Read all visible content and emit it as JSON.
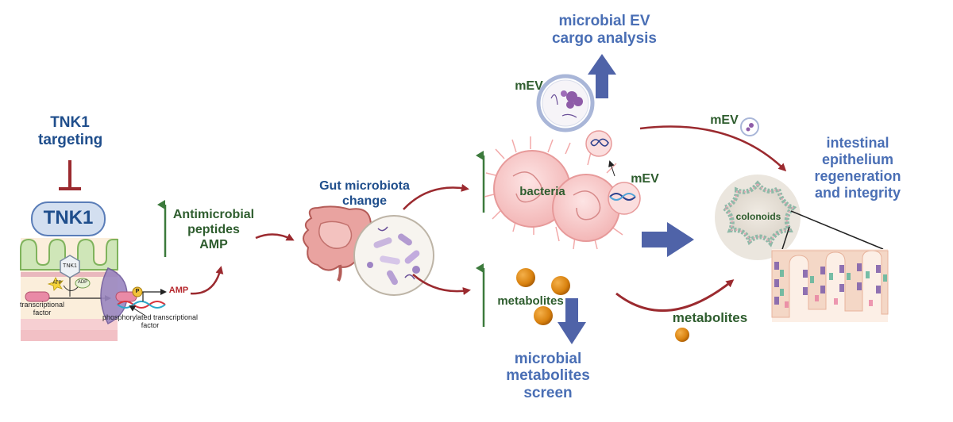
{
  "labels": {
    "tnk1_targeting": [
      "TNK1",
      "targeting"
    ],
    "tnk1_box": "TNK1",
    "antimicrobial": [
      "Antimicrobial",
      "peptides",
      "AMP"
    ],
    "gut_change": [
      "Gut microbiota",
      "change"
    ],
    "mev_top": "mEV",
    "ev_cargo": [
      "microbial EV",
      "cargo analysis"
    ],
    "mev_right": "mEV",
    "mev_bacteria": "mEV",
    "bacteria": "bacteria",
    "metabolites_center": "metabolites",
    "metabolites_right": "metabolites",
    "metabolites_screen": [
      "microbial",
      "metabolites",
      "screen"
    ],
    "intestinal": [
      "intestinal",
      "epithelium",
      "regeneration",
      "and integrity"
    ],
    "colonoids": "colonoids",
    "cell_tnk1": "TNK1",
    "atp": "ATP",
    "adp": "ADP",
    "p": "P",
    "amp_small": "AMP",
    "transcriptional_factor": [
      "transcriptional",
      "factor"
    ],
    "phospho_factor": [
      "phosphorylated transcriptional",
      "factor"
    ]
  },
  "colors": {
    "title_blue": "#1f4e8c",
    "accent_blue": "#4a6fb5",
    "label_green": "#2e5d2e",
    "arrow_red": "#9b2a2f",
    "arrow_blue": "#4f63a8",
    "up_green": "#3c7a3c",
    "metabolite_orange": "#d9820f",
    "bacteria_pink": "#f6c9c9"
  }
}
